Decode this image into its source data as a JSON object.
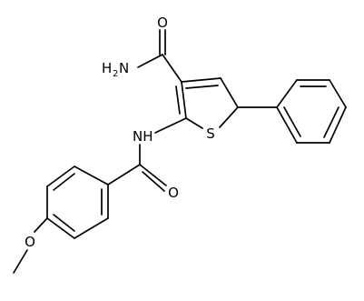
{
  "molecule": {
    "atoms": {
      "amide_o": "O",
      "amine_h": "H",
      "amine_sub": "2",
      "amine_n": "N",
      "amide_nh": "NH",
      "ring_s": "S",
      "benzoyl_o": "O",
      "methoxy_o": "O"
    }
  }
}
